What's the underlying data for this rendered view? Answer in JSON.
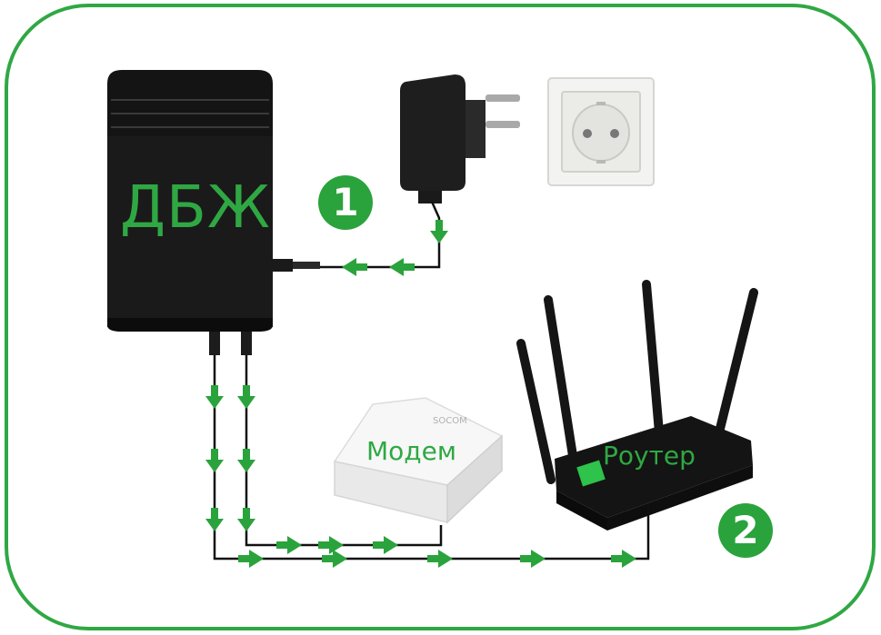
{
  "labels": {
    "ups": "ДБЖ",
    "modem": "Модем",
    "router": "Роутер",
    "modem_brand": "SOCOM"
  },
  "badges": {
    "step1": "1",
    "step2": "2"
  },
  "colors": {
    "frame_green": "#2fa843",
    "arrow_green": "#2aa33c",
    "cable": "#111111",
    "device_black": "#151515",
    "modem_white": "#f4f4f4",
    "socket_frame": "#f3f3f1"
  },
  "icons": [
    "ups-device-icon",
    "power-adapter-icon",
    "wall-socket-icon",
    "modem-icon",
    "router-icon",
    "arrow-icon"
  ]
}
